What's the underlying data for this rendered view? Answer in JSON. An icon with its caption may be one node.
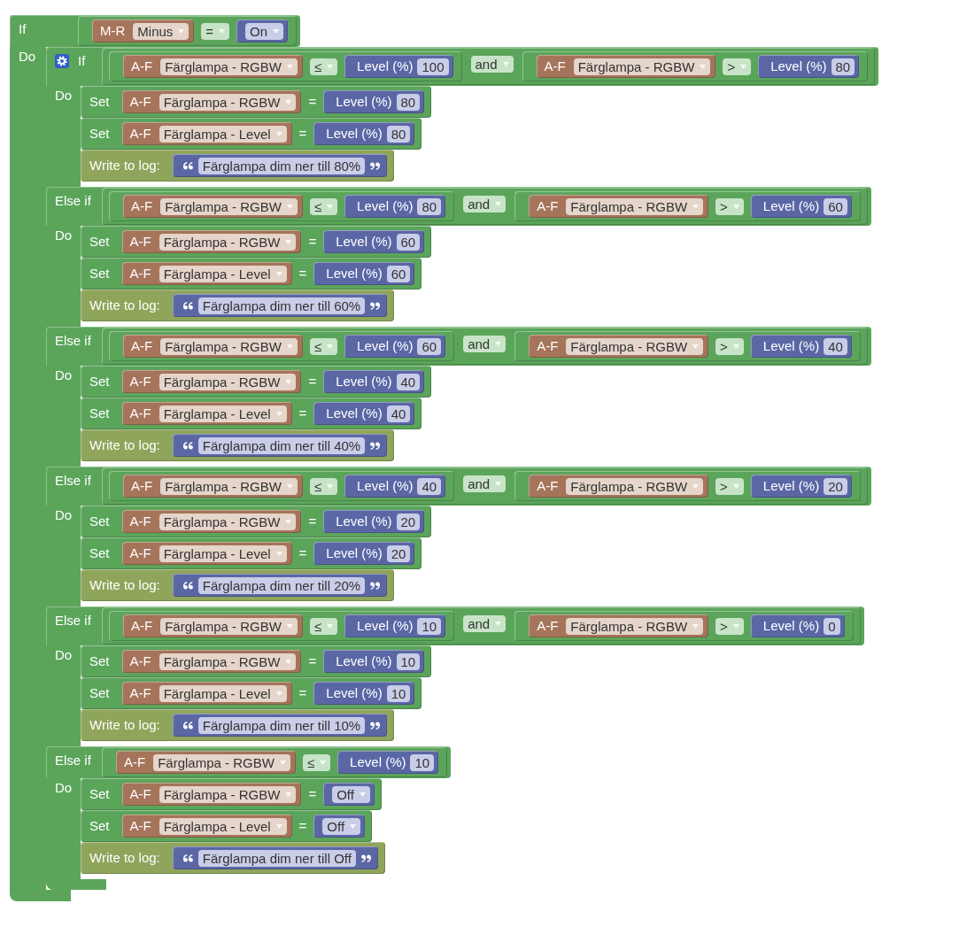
{
  "diagram": {
    "nodes": [
      {
        "text": [
          "If",
          "Do"
        ]
      },
      {
        "text": [
          "="
        ],
        "in": 0
      },
      {
        "text": [
          "M-R",
          "Minus"
        ],
        "in": 1
      },
      {
        "text": [
          "On"
        ],
        "in": 1
      },
      {
        "text": [
          "If",
          "Do",
          "Else if",
          "Do",
          "Else if",
          "Do",
          "Else if",
          "Do",
          "Else if",
          "Do",
          "Else if",
          "Do"
        ],
        "in": 0
      },
      {
        "text": [
          "and"
        ],
        "in": 4
      },
      {
        "text": [
          "≤"
        ],
        "in": 5
      },
      {
        "text": [
          "A-F",
          "Färglampa - RGBW"
        ],
        "in": 6
      },
      {
        "text": [
          "Level (%)",
          "100"
        ],
        "in": 6
      },
      {
        "text": [
          ">"
        ],
        "in": 5
      },
      {
        "text": [
          "A-F",
          "Färglampa - RGBW"
        ],
        "in": 9
      },
      {
        "text": [
          "Level (%)",
          "80"
        ],
        "in": 9
      },
      {
        "text": [
          "Set",
          "="
        ],
        "in": 4
      },
      {
        "text": [
          "A-F",
          "Färglampa - RGBW"
        ],
        "in": 12
      },
      {
        "text": [
          "Level (%)",
          "80"
        ],
        "in": 12
      },
      {
        "text": [
          "Set",
          "="
        ],
        "in": 4
      },
      {
        "text": [
          "A-F",
          "Färglampa - Level"
        ],
        "in": 15
      },
      {
        "text": [
          "Level (%)",
          "80"
        ],
        "in": 15
      },
      {
        "text": [
          "Write to log:"
        ],
        "in": 4
      },
      {
        "text": [
          "Färglampa dim ner till 80%"
        ],
        "in": 18
      },
      {
        "text": [
          "and"
        ],
        "in": 4
      },
      {
        "text": [
          "≤"
        ],
        "in": 20
      },
      {
        "text": [
          "A-F",
          "Färglampa - RGBW"
        ],
        "in": 21
      },
      {
        "text": [
          "Level (%)",
          "80"
        ],
        "in": 21
      },
      {
        "text": [
          ">"
        ],
        "in": 20
      },
      {
        "text": [
          "A-F",
          "Färglampa - RGBW"
        ],
        "in": 24
      },
      {
        "text": [
          "Level (%)",
          "60"
        ],
        "in": 24
      },
      {
        "text": [
          "Set",
          "="
        ],
        "in": 4
      },
      {
        "text": [
          "A-F",
          "Färglampa - RGBW"
        ],
        "in": 27
      },
      {
        "text": [
          "Level (%)",
          "60"
        ],
        "in": 27
      },
      {
        "text": [
          "Set",
          "="
        ],
        "in": 4
      },
      {
        "text": [
          "A-F",
          "Färglampa - Level"
        ],
        "in": 30
      },
      {
        "text": [
          "Level (%)",
          "60"
        ],
        "in": 30
      },
      {
        "text": [
          "Write to log:"
        ],
        "in": 4
      },
      {
        "text": [
          "Färglampa dim ner till 60%"
        ],
        "in": 33
      },
      {
        "text": [
          "and"
        ],
        "in": 4
      },
      {
        "text": [
          "≤"
        ],
        "in": 35
      },
      {
        "text": [
          "A-F",
          "Färglampa - RGBW"
        ],
        "in": 36
      },
      {
        "text": [
          "Level (%)",
          "60"
        ],
        "in": 36
      },
      {
        "text": [
          ">"
        ],
        "in": 35
      },
      {
        "text": [
          "A-F",
          "Färglampa - RGBW"
        ],
        "in": 39
      },
      {
        "text": [
          "Level (%)",
          "40"
        ],
        "in": 39
      },
      {
        "text": [
          "Set",
          "="
        ],
        "in": 4
      },
      {
        "text": [
          "A-F",
          "Färglampa - RGBW"
        ],
        "in": 42
      },
      {
        "text": [
          "Level (%)",
          "40"
        ],
        "in": 42
      },
      {
        "text": [
          "Set",
          "="
        ],
        "in": 4
      },
      {
        "text": [
          "A-F",
          "Färglampa - Level"
        ],
        "in": 45
      },
      {
        "text": [
          "Level (%)",
          "40"
        ],
        "in": 45
      },
      {
        "text": [
          "Write to log:"
        ],
        "in": 4
      },
      {
        "text": [
          "Färglampa dim ner till 40%"
        ],
        "in": 48
      },
      {
        "text": [
          "and"
        ],
        "in": 4
      },
      {
        "text": [
          "≤"
        ],
        "in": 50
      },
      {
        "text": [
          "A-F",
          "Färglampa - RGBW"
        ],
        "in": 51
      },
      {
        "text": [
          "Level (%)",
          "40"
        ],
        "in": 51
      },
      {
        "text": [
          ">"
        ],
        "in": 50
      },
      {
        "text": [
          "A-F",
          "Färglampa - RGBW"
        ],
        "in": 54
      },
      {
        "text": [
          "Level (%)",
          "20"
        ],
        "in": 54
      },
      {
        "text": [
          "Set",
          "="
        ],
        "in": 4
      },
      {
        "text": [
          "A-F",
          "Färglampa - RGBW"
        ],
        "in": 57
      },
      {
        "text": [
          "Level (%)",
          "20"
        ],
        "in": 57
      },
      {
        "text": [
          "Set",
          "="
        ],
        "in": 4
      },
      {
        "text": [
          "A-F",
          "Färglampa - Level"
        ],
        "in": 60
      },
      {
        "text": [
          "Level (%)",
          "20"
        ],
        "in": 60
      },
      {
        "text": [
          "Write to log:"
        ],
        "in": 4
      },
      {
        "text": [
          "Färglampa dim ner till 20%"
        ],
        "in": 63
      },
      {
        "text": [
          "and"
        ],
        "in": 4
      },
      {
        "text": [
          "≤"
        ],
        "in": 65
      },
      {
        "text": [
          "A-F",
          "Färglampa - RGBW"
        ],
        "in": 66
      },
      {
        "text": [
          "Level (%)",
          "10"
        ],
        "in": 66
      },
      {
        "text": [
          ">"
        ],
        "in": 65
      },
      {
        "text": [
          "A-F",
          "Färglampa - RGBW"
        ],
        "in": 69
      },
      {
        "text": [
          "Level (%)",
          "0"
        ],
        "in": 69
      },
      {
        "text": [
          "Set",
          "="
        ],
        "in": 4
      },
      {
        "text": [
          "A-F",
          "Färglampa - RGBW"
        ],
        "in": 72
      },
      {
        "text": [
          "Level (%)",
          "10"
        ],
        "in": 72
      },
      {
        "text": [
          "Set",
          "="
        ],
        "in": 4
      },
      {
        "text": [
          "A-F",
          "Färglampa - Level"
        ],
        "in": 75
      },
      {
        "text": [
          "Level (%)",
          "10"
        ],
        "in": 75
      },
      {
        "text": [
          "Write to log:"
        ],
        "in": 4
      },
      {
        "text": [
          "Färglampa dim ner till 10%"
        ],
        "in": 78
      },
      {
        "text": [
          "≤"
        ],
        "in": 4
      },
      {
        "text": [
          "A-F",
          "Färglampa - RGBW"
        ],
        "in": 80
      },
      {
        "text": [
          "Level (%)",
          "10"
        ],
        "in": 80
      },
      {
        "text": [
          "Set",
          "="
        ],
        "in": 4
      },
      {
        "text": [
          "A-F",
          "Färglampa - RGBW"
        ],
        "in": 83
      },
      {
        "text": [
          "Off"
        ],
        "in": 83
      },
      {
        "text": [
          "Set",
          "="
        ],
        "in": 4
      },
      {
        "text": [
          "A-F",
          "Färglampa - Level"
        ],
        "in": 86
      },
      {
        "text": [
          "Off"
        ],
        "in": 86
      },
      {
        "text": [
          "Write to log:"
        ],
        "in": 4
      },
      {
        "text": [
          "Färglampa dim ner till Off"
        ],
        "in": 89
      }
    ]
  }
}
